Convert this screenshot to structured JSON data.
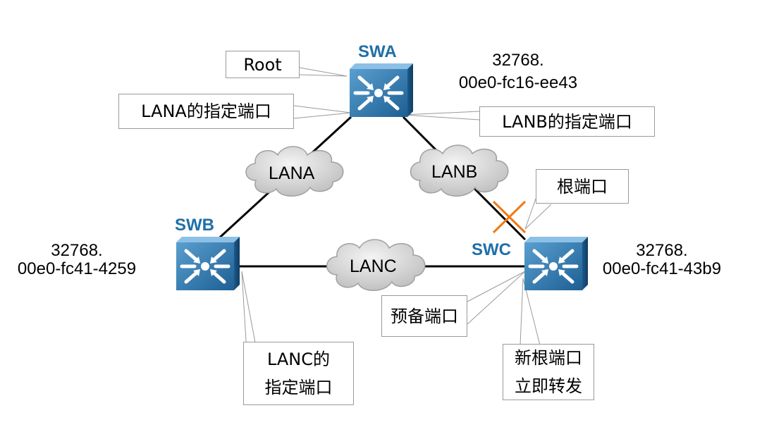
{
  "switches": {
    "swa": {
      "name": "SWA",
      "priority": "32768.",
      "mac": "00e0-fc16-ee43"
    },
    "swb": {
      "name": "SWB",
      "priority": "32768.",
      "mac": "00e0-fc41-4259"
    },
    "swc": {
      "name": "SWC",
      "priority": "32768.",
      "mac": "00e0-fc41-43b9"
    }
  },
  "lans": {
    "lana": "LANA",
    "lanb": "LANB",
    "lanc": "LANC"
  },
  "callouts": {
    "root": "Root",
    "lana_designated": "LANA的指定端口",
    "lanb_designated": "LANB的指定端口",
    "root_port": "根端口",
    "alternate_port": "预备端口",
    "lanc_designated_line1": "LANC的",
    "lanc_designated_line2": "指定端口",
    "new_root_line1": "新根端口",
    "new_root_line2": "立即转发"
  },
  "colors": {
    "switch_name": "#1f6fa8",
    "switch_face": "#2a6fa6",
    "fault_mark": "#f07a14",
    "cloud_fill": "#dcdcdc",
    "link": "#000000"
  },
  "icons": {
    "switch": "network-switch-icon",
    "cloud": "lan-cloud-icon",
    "fault": "cross-mark-icon"
  }
}
